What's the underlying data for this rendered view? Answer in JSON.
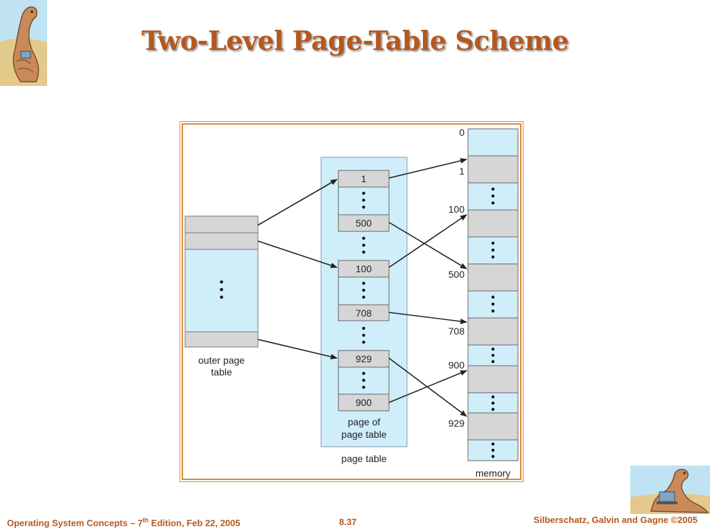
{
  "slide": {
    "title": "Two-Level Page-Table Scheme"
  },
  "footer": {
    "left_main": "Operating System Concepts – 7",
    "left_sup": "th",
    "left_tail": " Edition, Feb 22, 2005",
    "page_number": "8.37",
    "right": "Silberschatz, Galvin and Gagne ©2005"
  },
  "diagram": {
    "outer_page_table_label_line1": "outer page",
    "outer_page_table_label_line2": "table",
    "page_of_page_table_line1": "page of",
    "page_of_page_table_line2": "page table",
    "page_table_label": "page table",
    "memory_label": "memory",
    "entries": {
      "e1": "1",
      "e500": "500",
      "e100": "100",
      "e708": "708",
      "e929": "929",
      "e900": "900"
    },
    "memory_addresses": {
      "a0": "0",
      "a1": "1",
      "a100": "100",
      "a500": "500",
      "a708": "708",
      "a900": "900",
      "a929": "929"
    },
    "colors": {
      "light_blue": "#cfeefa",
      "gray": "#d6d6d6",
      "frame_orange": "#d98a3a",
      "title_color": "#b5581f"
    }
  }
}
